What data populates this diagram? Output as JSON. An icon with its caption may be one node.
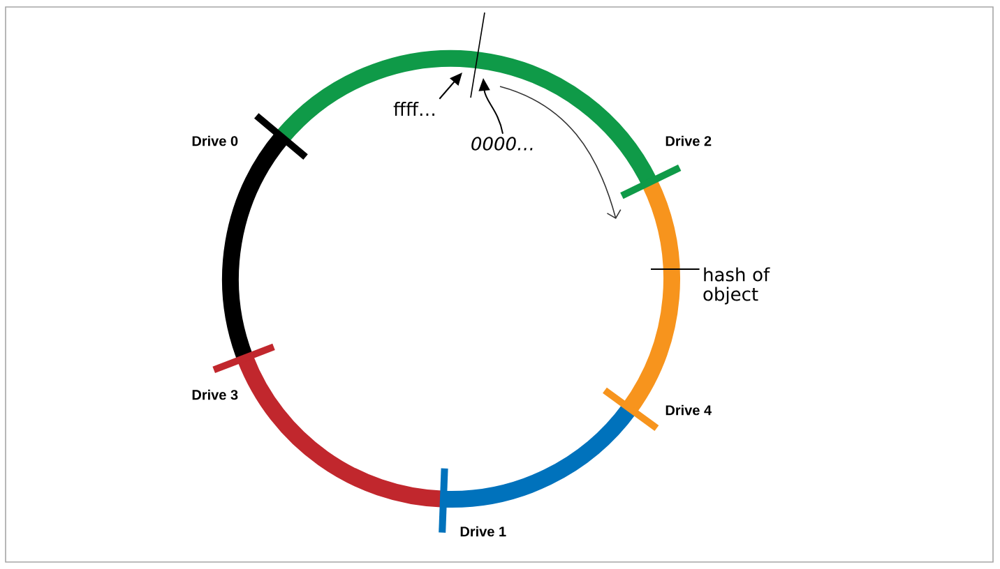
{
  "diagram": {
    "nodes": [
      {
        "text": [
          "ffff…"
        ]
      },
      {
        "text": [
          "0000…"
        ]
      },
      {
        "text": [
          "hash of object"
        ]
      }
    ],
    "edges": [
      {
        "from": 0,
        "to": null,
        "arrow": "to"
      },
      {
        "from": 1,
        "to": null,
        "arrow": "to"
      },
      {
        "from": 2,
        "to": null,
        "arrow": "none"
      }
    ],
    "labels": [
      "Drive 0",
      "Drive 2",
      "Drive 3",
      "Drive 4",
      "Drive 1"
    ]
  }
}
